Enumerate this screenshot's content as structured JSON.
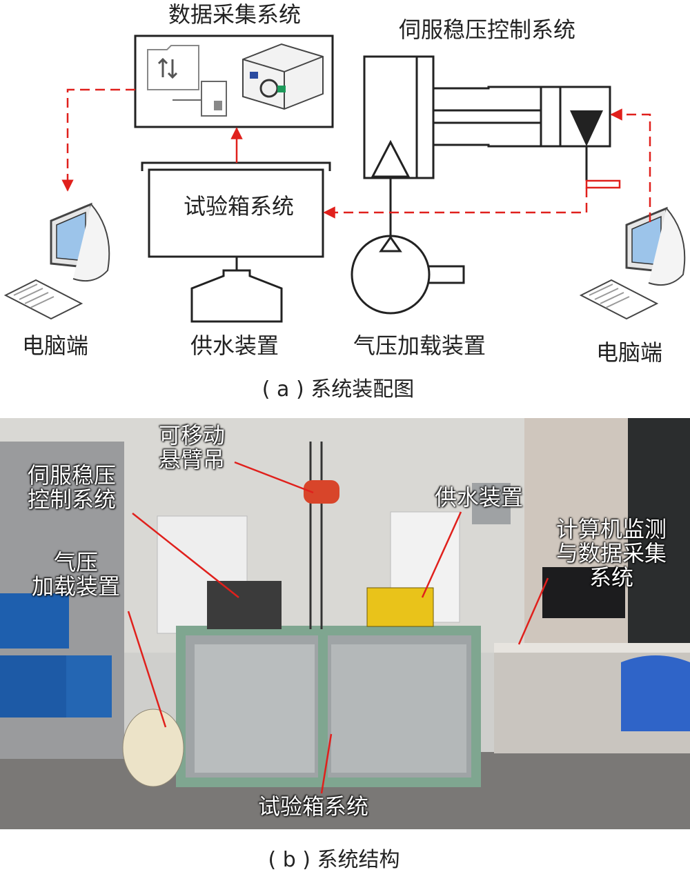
{
  "diagram_a": {
    "data_acquisition": "数据采集系统",
    "servo_control": "伺服稳压控制系统",
    "test_box": "试验箱系统",
    "water_supply": "供水装置",
    "air_loading": "气压加载装置",
    "computer_left": "电脑端",
    "computer_right": "电脑端",
    "caption": "( a ) 系统装配图"
  },
  "photo_b": {
    "hoist_line1": "可移动",
    "hoist_line2": "悬臂吊",
    "servo_line1": "伺服稳压",
    "servo_line2": "控制系统",
    "air_line1": "气压",
    "air_line2": "加载装置",
    "water_supply": "供水装置",
    "computer_line1": "计算机监测",
    "computer_line2": "与数据采集",
    "computer_line3": "系统",
    "test_box": "试验箱系统",
    "caption": "( b ) 系统结构"
  },
  "colors": {
    "accent_red": "#e0201c",
    "line": "#333333",
    "panel_green": "#7fa690"
  }
}
